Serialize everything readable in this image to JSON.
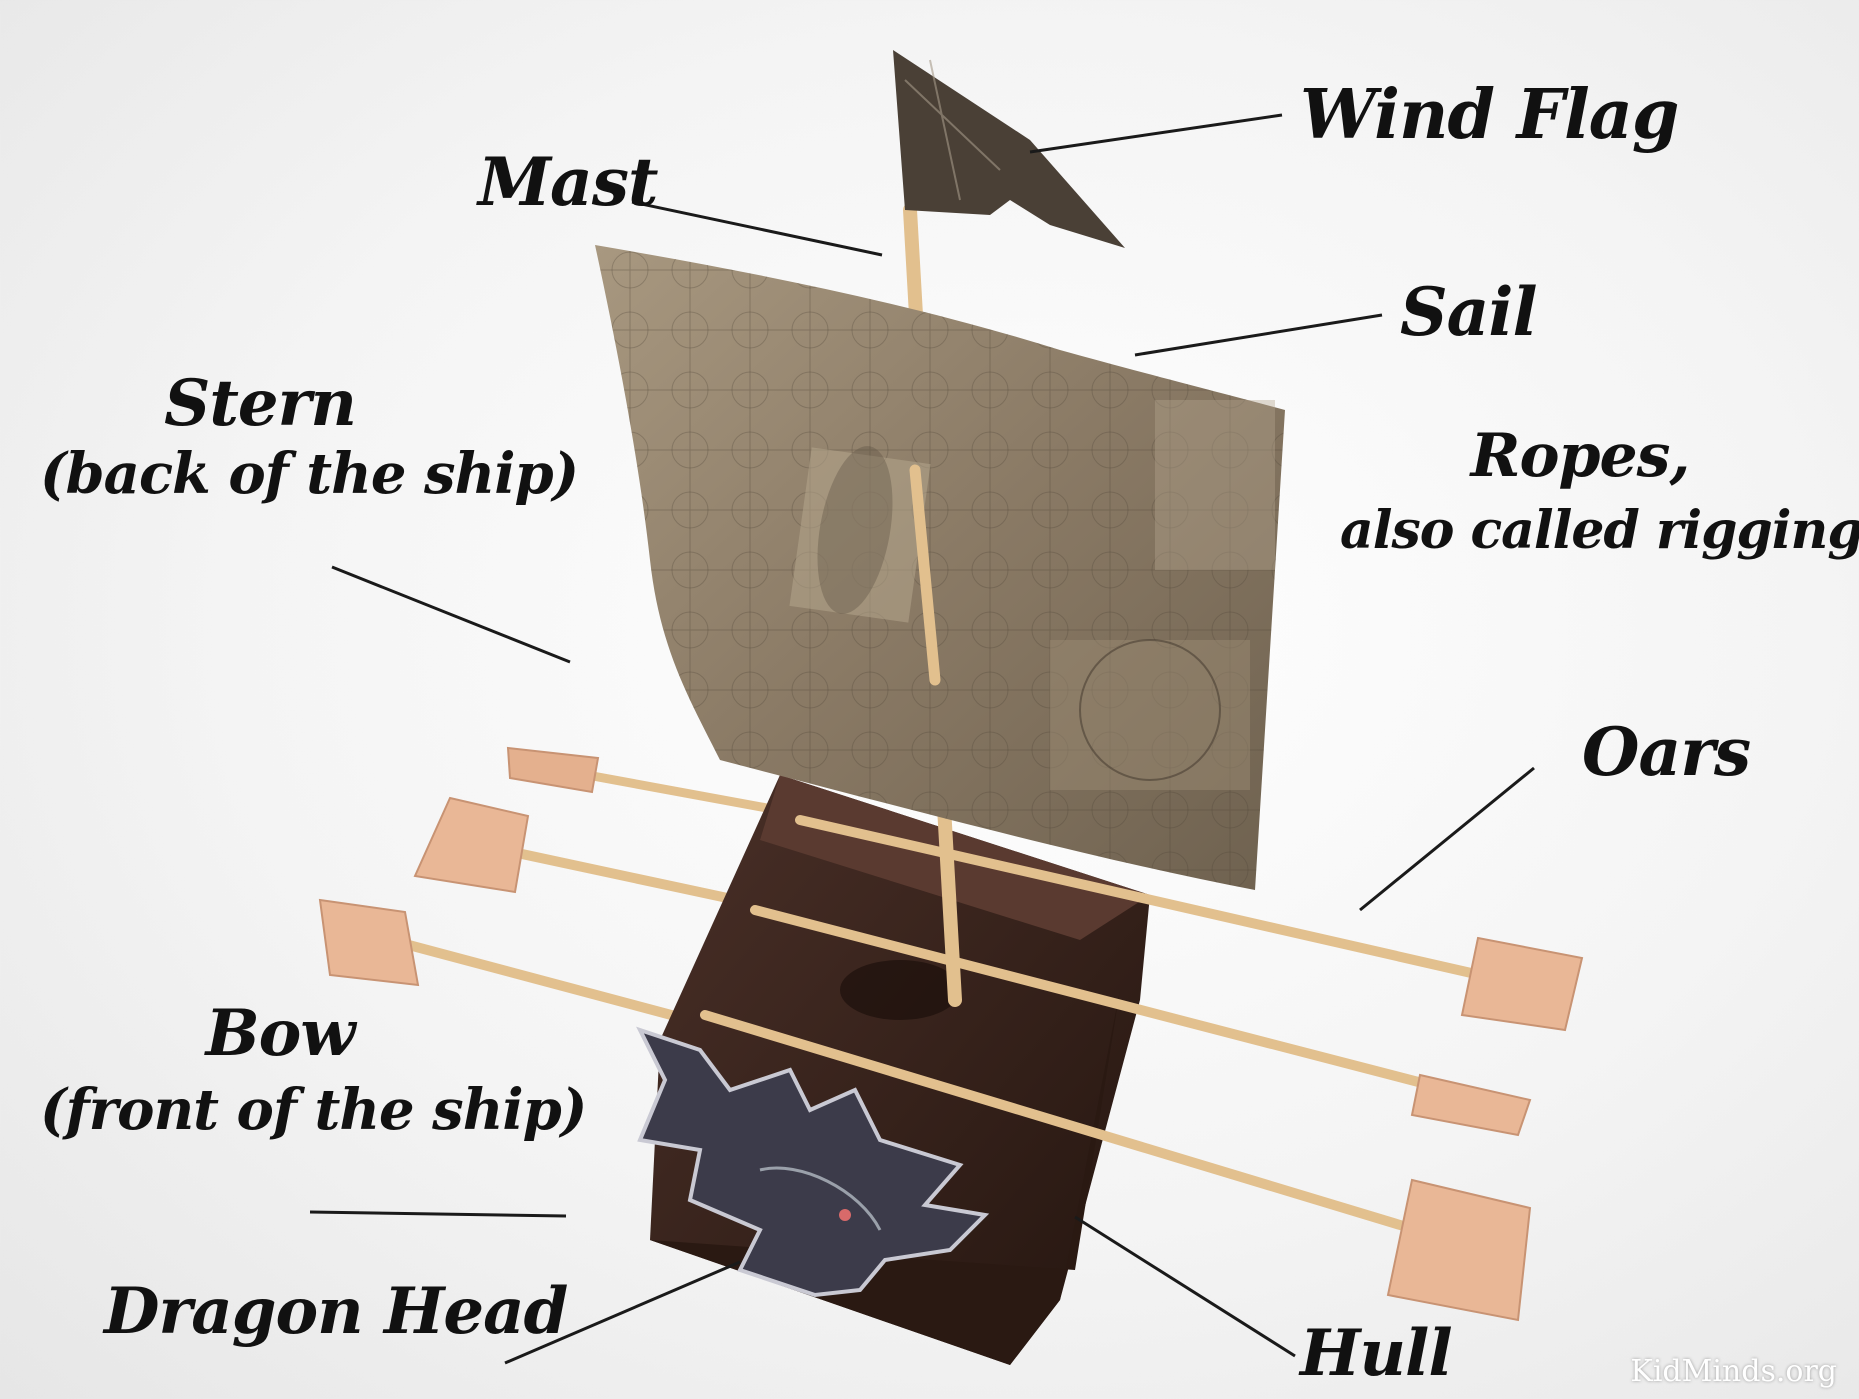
{
  "labels": {
    "wind_flag": "Wind Flag",
    "mast": "Mast",
    "sail": "Sail",
    "stern_title": "Stern",
    "stern_sub": "(back of the ship)",
    "ropes_title": "Ropes,",
    "ropes_sub": "also called rigging",
    "oars": "Oars",
    "bow_title": "Bow",
    "bow_sub": "(front of the ship)",
    "dragon_head": "Dragon Head",
    "hull": "Hull"
  },
  "watermark": "KidMinds.org",
  "colors": {
    "background": "#f2f2f2",
    "label_text": "#111111",
    "hull": "#3a2620",
    "sail": "#8d7e6a",
    "dowel": "#e2c08e",
    "oar_blade": "#e4b08e"
  }
}
